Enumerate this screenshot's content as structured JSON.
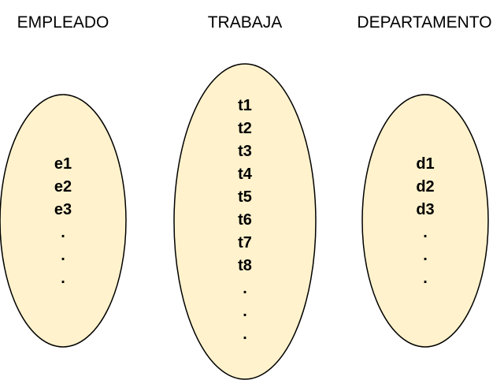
{
  "colors": {
    "ellipse_fill": "#FFF2CC",
    "ellipse_stroke": "#000000"
  },
  "sets": {
    "empleado": {
      "title": "EMPLEADO",
      "members": [
        "e1",
        "e2",
        "e3",
        ".",
        ".",
        "."
      ]
    },
    "trabaja": {
      "title": "TRABAJA",
      "members": [
        "t1",
        "t2",
        "t3",
        "t4",
        "t5",
        "t6",
        "t7",
        "t8",
        ".",
        ".",
        "."
      ]
    },
    "departamento": {
      "title": "DEPARTAMENTO",
      "members": [
        "d1",
        "d2",
        "d3",
        ".",
        ".",
        "."
      ]
    }
  }
}
